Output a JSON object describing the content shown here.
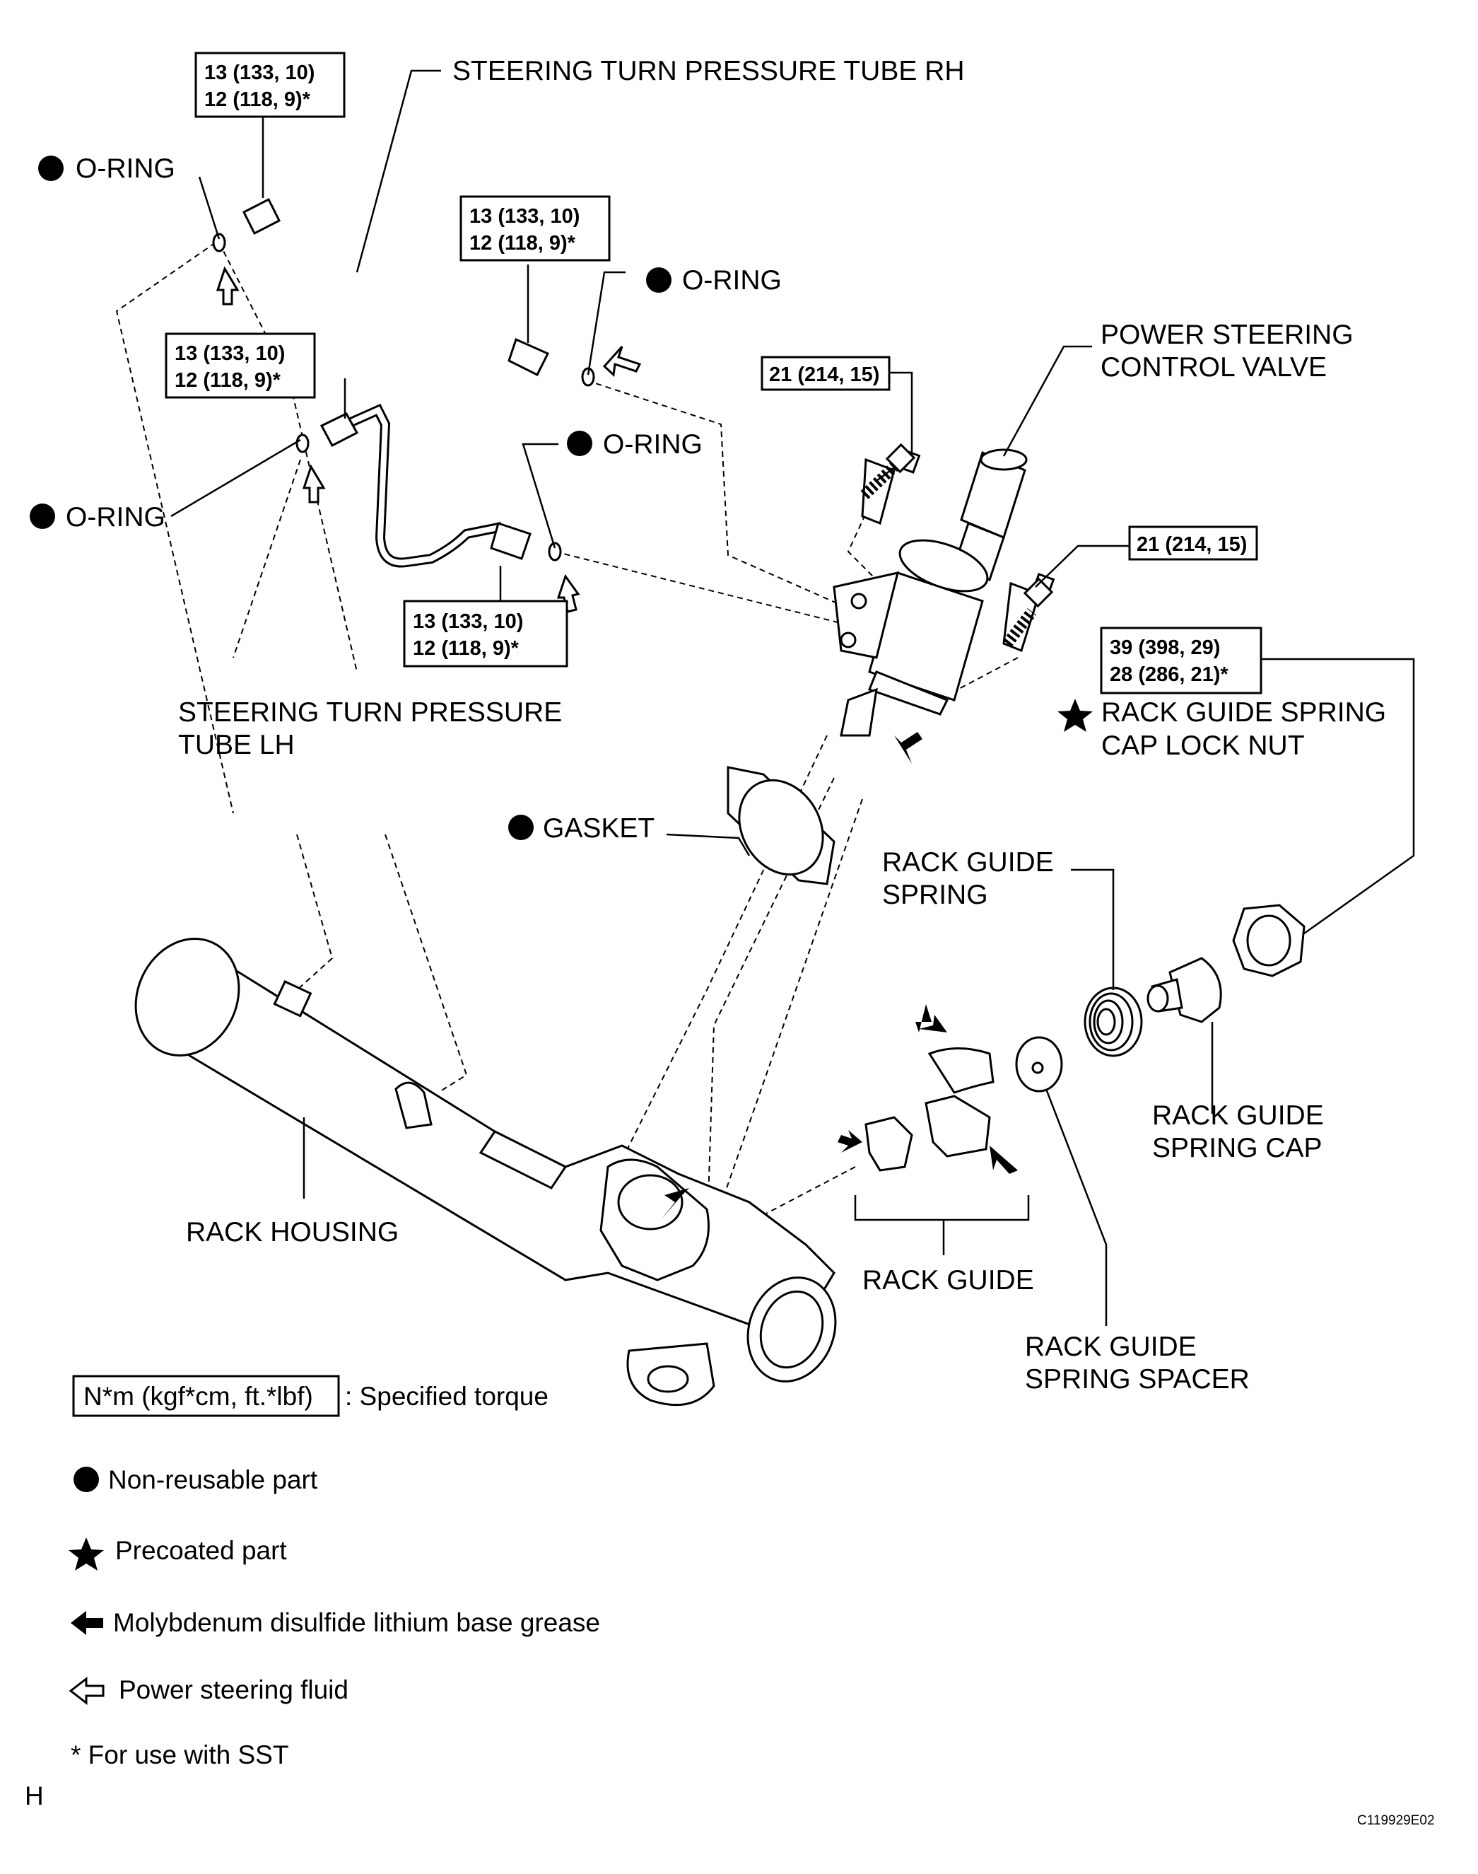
{
  "diagram": {
    "labels": {
      "tube_rh": "STEERING TURN PRESSURE TUBE RH",
      "oring_1": "O-RING",
      "oring_2": "O-RING",
      "oring_3": "O-RING",
      "oring_4": "O-RING",
      "control_valve_1": "POWER STEERING",
      "control_valve_2": "CONTROL VALVE",
      "tube_lh_1": "STEERING TURN PRESSURE",
      "tube_lh_2": "TUBE LH",
      "gasket": "GASKET",
      "lock_nut_1": "RACK GUIDE SPRING",
      "lock_nut_2": "CAP LOCK NUT",
      "spring_1": "RACK GUIDE",
      "spring_2": "SPRING",
      "cap_1": "RACK GUIDE",
      "cap_2": "SPRING CAP",
      "rack_housing": "RACK HOUSING",
      "rack_guide": "RACK GUIDE",
      "spacer_1": "RACK GUIDE",
      "spacer_2": "SPRING SPACER"
    },
    "torques": {
      "t1_a": "13 (133, 10)",
      "t1_b": "12 (118, 9)*",
      "t2_a": "13 (133, 10)",
      "t2_b": "12 (118, 9)*",
      "t3_a": "13 (133, 10)",
      "t3_b": "12 (118, 9)*",
      "t4_a": "13 (133, 10)",
      "t4_b": "12 (118, 9)*",
      "t5": "21 (214, 15)",
      "t6": "21 (214, 15)",
      "t7_a": "39 (398, 29)",
      "t7_b": "28 (286, 21)*"
    }
  },
  "legend": {
    "torque_box": "N*m (kgf*cm, ft.*lbf)",
    "torque_text": ": Specified torque",
    "non_reusable": "Non-reusable part",
    "precoated": "Precoated part",
    "grease": "Molybdenum disulfide lithium base grease",
    "fluid": "Power steering fluid",
    "sst": "* For use with SST"
  },
  "footer": {
    "corner_letter": "H",
    "code": "C119929E02"
  }
}
